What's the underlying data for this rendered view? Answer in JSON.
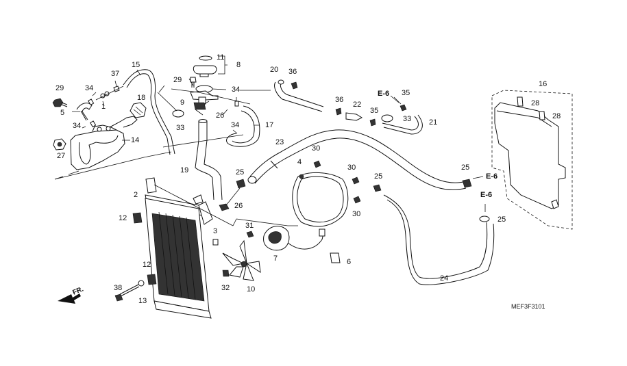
{
  "diagram": {
    "code": "MEF3F3101",
    "front_label": "FR.",
    "callouts": [
      {
        "id": "c1",
        "text": "1"
      },
      {
        "id": "c2",
        "text": "2"
      },
      {
        "id": "c3",
        "text": "3"
      },
      {
        "id": "c4",
        "text": "4"
      },
      {
        "id": "c5",
        "text": "5"
      },
      {
        "id": "c6",
        "text": "6"
      },
      {
        "id": "c7",
        "text": "7"
      },
      {
        "id": "c8",
        "text": "8"
      },
      {
        "id": "c9",
        "text": "9"
      },
      {
        "id": "c10",
        "text": "10"
      },
      {
        "id": "c11",
        "text": "11"
      },
      {
        "id": "c12a",
        "text": "12"
      },
      {
        "id": "c12b",
        "text": "12"
      },
      {
        "id": "c13",
        "text": "13"
      },
      {
        "id": "c14",
        "text": "14"
      },
      {
        "id": "c15",
        "text": "15"
      },
      {
        "id": "c16",
        "text": "16"
      },
      {
        "id": "c17",
        "text": "17"
      },
      {
        "id": "c18",
        "text": "18"
      },
      {
        "id": "c19",
        "text": "19"
      },
      {
        "id": "c20",
        "text": "20"
      },
      {
        "id": "c21",
        "text": "21"
      },
      {
        "id": "c22",
        "text": "22"
      },
      {
        "id": "c23",
        "text": "23"
      },
      {
        "id": "c24",
        "text": "24"
      },
      {
        "id": "c25a",
        "text": "25"
      },
      {
        "id": "c25b",
        "text": "25"
      },
      {
        "id": "c25c",
        "text": "25"
      },
      {
        "id": "c25d",
        "text": "25"
      },
      {
        "id": "c26a",
        "text": "26"
      },
      {
        "id": "c26b",
        "text": "26"
      },
      {
        "id": "c27",
        "text": "27"
      },
      {
        "id": "c28a",
        "text": "28"
      },
      {
        "id": "c28b",
        "text": "28"
      },
      {
        "id": "c29a",
        "text": "29"
      },
      {
        "id": "c29b",
        "text": "29"
      },
      {
        "id": "c30a",
        "text": "30"
      },
      {
        "id": "c30b",
        "text": "30"
      },
      {
        "id": "c30c",
        "text": "30"
      },
      {
        "id": "c31",
        "text": "31"
      },
      {
        "id": "c32",
        "text": "32"
      },
      {
        "id": "c33a",
        "text": "33"
      },
      {
        "id": "c33b",
        "text": "33"
      },
      {
        "id": "c34a",
        "text": "34"
      },
      {
        "id": "c34b",
        "text": "34"
      },
      {
        "id": "c34c",
        "text": "34"
      },
      {
        "id": "c34d",
        "text": "34"
      },
      {
        "id": "c35a",
        "text": "35"
      },
      {
        "id": "c35b",
        "text": "35"
      },
      {
        "id": "c36a",
        "text": "36"
      },
      {
        "id": "c36b",
        "text": "36"
      },
      {
        "id": "c37",
        "text": "37"
      },
      {
        "id": "c38",
        "text": "38"
      }
    ],
    "references": [
      {
        "id": "r1",
        "text": "E-6"
      },
      {
        "id": "r2",
        "text": "E-6"
      },
      {
        "id": "r3",
        "text": "E-6"
      }
    ]
  }
}
